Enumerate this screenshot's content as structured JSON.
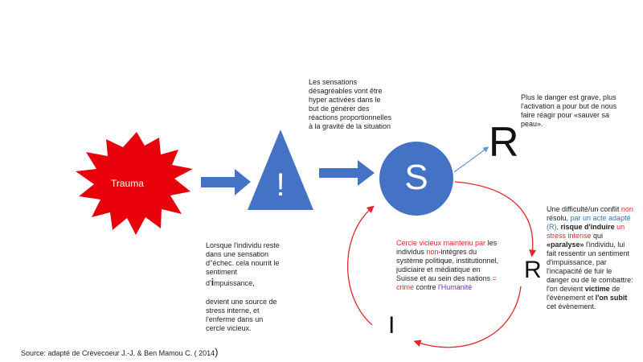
{
  "trauma": {
    "label": "Trauma"
  },
  "alarm": {
    "symbol": "!"
  },
  "sensations_text": "Les sensations désagréables vont être hyper activées dans le but de générer des réactions proportionnelles à la gravité de la situation",
  "stress": {
    "symbol": "S"
  },
  "response_big": "R",
  "danger_text": "Plus le danger est grave, plus l'activation a pour but de nous faire réagir pour «sauver sa peau».",
  "right_text": {
    "p1": "Une difficulté/un  conflit",
    "p2": "non",
    "p3": " résolu,",
    "p4": " par un acte adapté (R),",
    "p5": " risque d'induire",
    "p6": " un stress intense",
    "p7": " qui",
    "p8": " «paralyse»",
    "p9": " l'individu, lui fait ressentir un sentiment d'impuissance, par l'incapacité de fuir le danger ou de le combattre: l'on devient",
    "p10": " victime",
    "p11": " de l'évènement et",
    "p12": " l'on subit",
    "p13": " cet évènement."
  },
  "response_small": "R",
  "impotence_letter": "I",
  "circle_text": {
    "a1": "Cercle vicieux maintenu par",
    "a2": " les individus ",
    "a3": "non",
    "a4": "-intègres du système politique, institutionnel, judiciaire et médiatique en Suisse et au sein des nations ",
    "a5": "= crime",
    "a6": " contre ",
    "a7": "l'Humanité"
  },
  "left_text": {
    "l1": "Lorsque l'individu reste dans une sensation d''échec. cela nourrit le sentiment",
    "l2": "d'",
    "l3": "i",
    "l4": "mpuissance,",
    "l5": "devient une source de stress interne, et l'enferme dans un cercle vicieux."
  },
  "source": {
    "text": "Source: adapté de Crèvecoeur J.-J. & Ben Mamou C. ( 2014",
    "close": ")"
  },
  "colors": {
    "shape_blue": "#4472c4",
    "star_red": "#e8000b",
    "arrow_red": "#e3262b",
    "line_blue": "#5b9bd5"
  }
}
